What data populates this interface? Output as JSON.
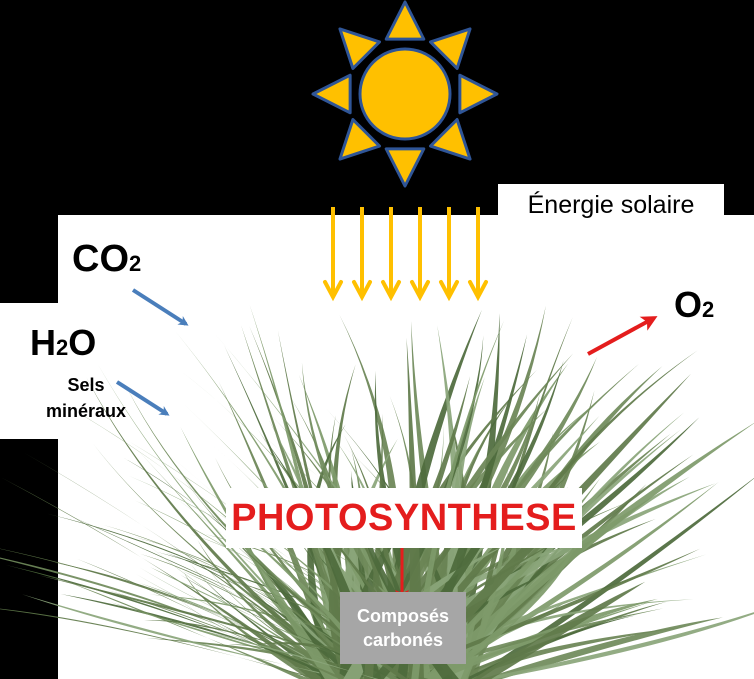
{
  "labels": {
    "co2_main": "CO",
    "co2_sub": "2",
    "h2o_h": "H",
    "h2o_sub": "2",
    "h2o_o": "O",
    "sels": "Sels minéraux",
    "o2_main": "O",
    "o2_sub": "2",
    "energy": "Énergie solaire",
    "photosynthese": "PHOTOSYNTHESE",
    "composes": "Composés carbonés"
  },
  "colors": {
    "sun_fill": "#ffc000",
    "sun_stroke": "#2f5597",
    "ray_arrows": "#ffc000",
    "input_arrows": "#4a7ebb",
    "output_arrow": "#e41d1d",
    "title_text": "#e41d1d",
    "compo_box": "#a6a6a6"
  }
}
